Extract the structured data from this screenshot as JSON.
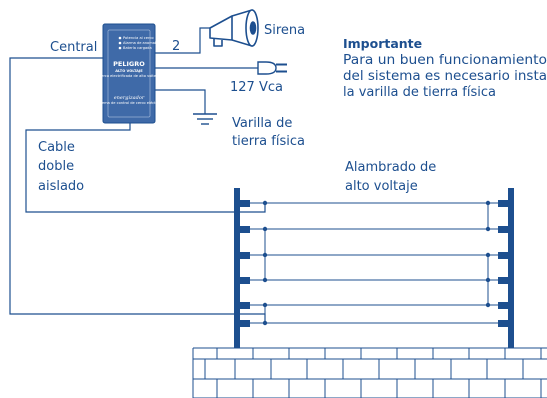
{
  "labels": {
    "central": "Central",
    "two": "2",
    "sirena": "Sirena",
    "vca": "127 Vca",
    "varilla_1": "Varilla de",
    "varilla_2": "tierra física",
    "cable_1": "Cable",
    "cable_2": "doble",
    "cable_3": "aislado",
    "alambrado_1": "Alambrado de",
    "alambrado_2": "alto voltaje"
  },
  "important": {
    "title": "Importante",
    "line1": "Para un buen funcionamiento",
    "line2": "del sistema es necesario insta",
    "line3": "la varilla de tierra física"
  },
  "device": {
    "indicators": [
      "Potencia al cerco",
      "Alarma de anomalías",
      "Batería cargada"
    ],
    "title1": "PELIGRO",
    "title2": "ALTO VOLTAJE",
    "subtitle": "Cerca electrificada de alto voltaje",
    "brand": "energizador",
    "brand_sub": "sistema de control de cerco eléctrico"
  },
  "colors": {
    "ink": "#1d4f8f",
    "device": "#3f6aa8",
    "device_border": "#1d4f8f",
    "background": "#ffffff"
  }
}
